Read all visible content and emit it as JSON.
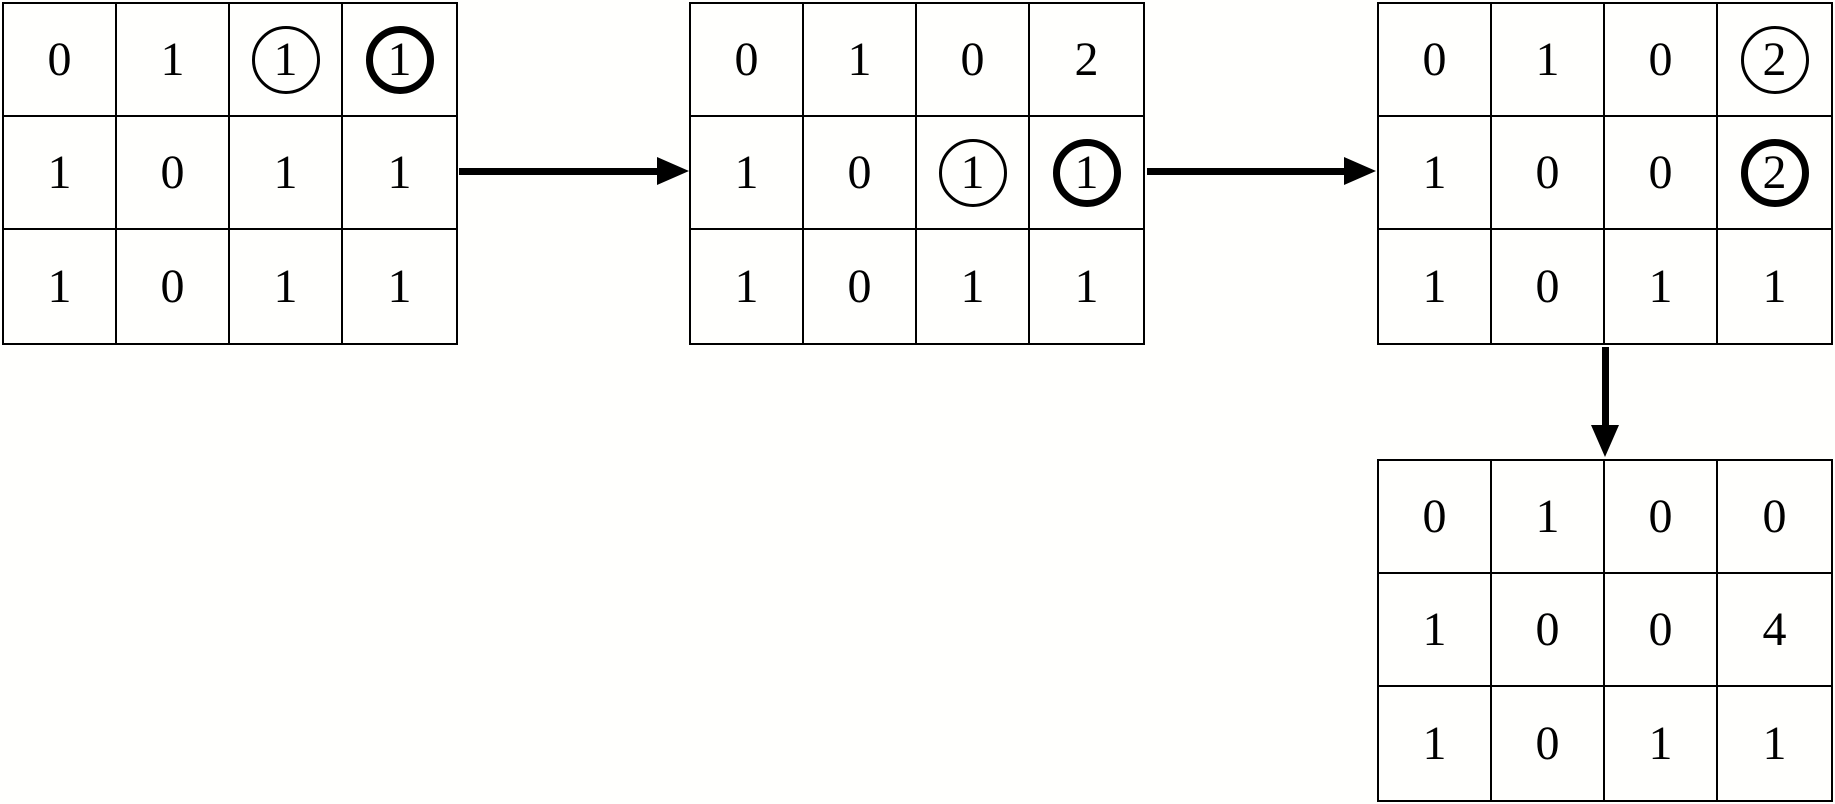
{
  "figure": {
    "description": "Four 3x4 binary/count matrices showing successive transformation steps, connected by arrows",
    "background_color": "#fffffd",
    "line_color": "#000000",
    "circle_styles": [
      "thin",
      "bold"
    ]
  },
  "grids": [
    {
      "name": "matrix-step-1",
      "rows": [
        [
          "0",
          "1",
          "1",
          "1"
        ],
        [
          "1",
          "0",
          "1",
          "1"
        ],
        [
          "1",
          "0",
          "1",
          "1"
        ]
      ],
      "circles": [
        {
          "row": 0,
          "col": 2,
          "style": "thin"
        },
        {
          "row": 0,
          "col": 3,
          "style": "bold"
        }
      ]
    },
    {
      "name": "matrix-step-2",
      "rows": [
        [
          "0",
          "1",
          "0",
          "2"
        ],
        [
          "1",
          "0",
          "1",
          "1"
        ],
        [
          "1",
          "0",
          "1",
          "1"
        ]
      ],
      "circles": [
        {
          "row": 1,
          "col": 2,
          "style": "thin"
        },
        {
          "row": 1,
          "col": 3,
          "style": "bold"
        }
      ]
    },
    {
      "name": "matrix-step-3",
      "rows": [
        [
          "0",
          "1",
          "0",
          "2"
        ],
        [
          "1",
          "0",
          "0",
          "2"
        ],
        [
          "1",
          "0",
          "1",
          "1"
        ]
      ],
      "circles": [
        {
          "row": 0,
          "col": 3,
          "style": "thin"
        },
        {
          "row": 1,
          "col": 3,
          "style": "bold"
        }
      ]
    },
    {
      "name": "matrix-step-4",
      "rows": [
        [
          "0",
          "1",
          "0",
          "0"
        ],
        [
          "1",
          "0",
          "0",
          "4"
        ],
        [
          "1",
          "0",
          "1",
          "1"
        ]
      ],
      "circles": []
    }
  ],
  "arrows": [
    {
      "name": "arrow-step1-to-step2",
      "direction": "right"
    },
    {
      "name": "arrow-step2-to-step3",
      "direction": "right"
    },
    {
      "name": "arrow-step3-to-step4",
      "direction": "down"
    }
  ]
}
